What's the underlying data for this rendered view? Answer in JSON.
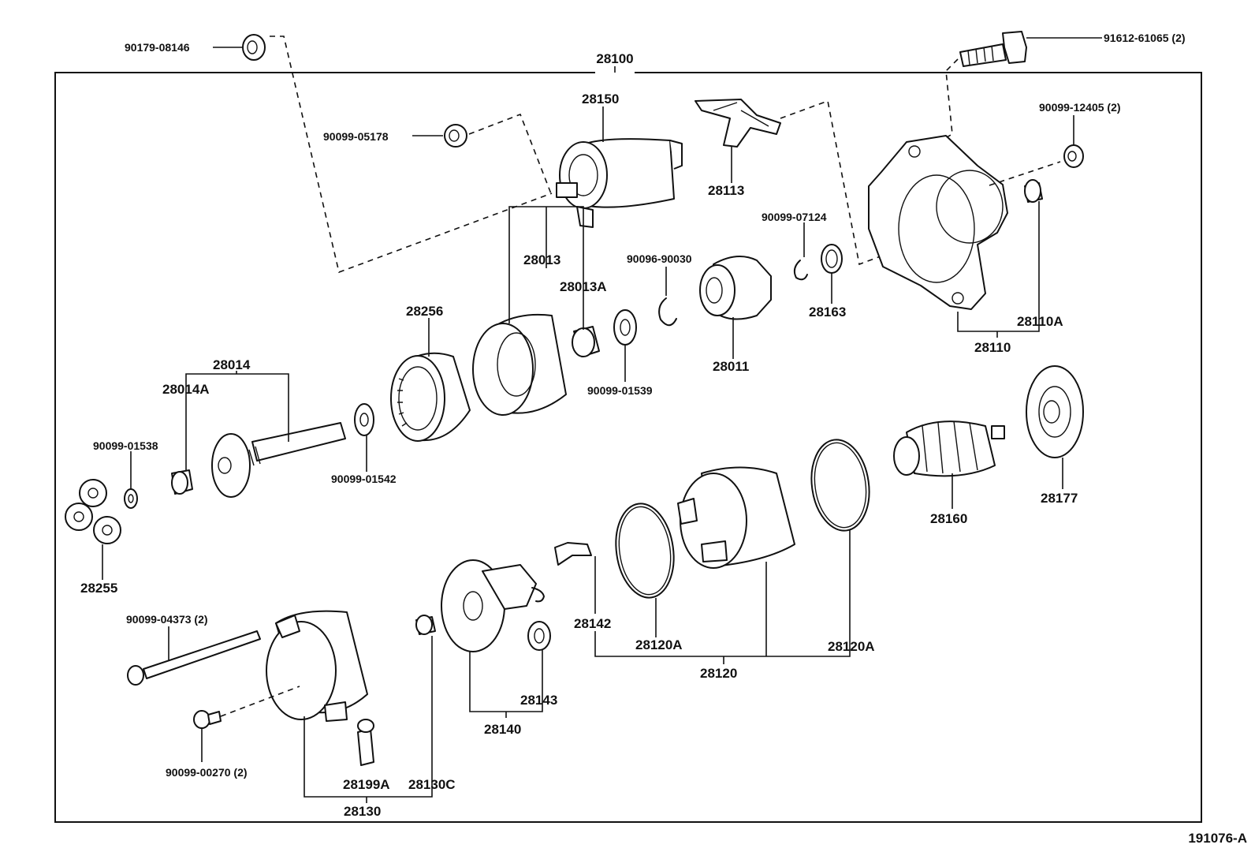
{
  "diagram": {
    "drawing_number": "191076-A",
    "assembly_label": "28100"
  },
  "labels": {
    "p90179_08146": "90179-08146",
    "p91612_61065": "91612-61065 (2)",
    "p28150": "28150",
    "p90099_05178": "90099-05178",
    "p28113": "28113",
    "p90099_12405": "90099-12405 (2)",
    "p90099_07124": "90099-07124",
    "p90096_90030": "90096-90030",
    "p28013": "28013",
    "p28013A": "28013A",
    "p28256": "28256",
    "p28163": "28163",
    "p28110A": "28110A",
    "p28110": "28110",
    "p28011": "28011",
    "p28014": "28014",
    "p28014A": "28014A",
    "p90099_01539": "90099-01539",
    "p90099_01538": "90099-01538",
    "p90099_01542": "90099-01542",
    "p28177": "28177",
    "p28160": "28160",
    "p28255": "28255",
    "p90099_04373": "90099-04373 (2)",
    "p28142": "28142",
    "p28120A_left": "28120A",
    "p28120A_right": "28120A",
    "p28120": "28120",
    "p28143": "28143",
    "p28140": "28140",
    "p90099_00270": "90099-00270 (2)",
    "p28199A": "28199A",
    "p28130C": "28130C",
    "p28130": "28130"
  }
}
